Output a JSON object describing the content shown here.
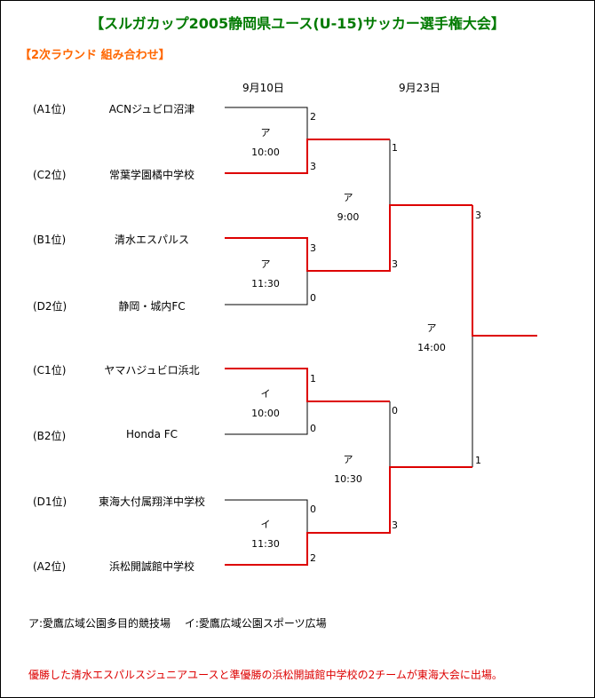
{
  "title": "【スルガカップ2005静岡県ユース(U-15)サッカー選手権大会】",
  "subtitle": "【2次ラウンド 組み合わせ】",
  "dates": [
    "9月10日",
    "9月23日"
  ],
  "teams": [
    {
      "seed": "(A1位)",
      "name": "ACNジュビロ沼津"
    },
    {
      "seed": "(C2位)",
      "name": "常葉学園橘中学校"
    },
    {
      "seed": "(B1位)",
      "name": "清水エスパルス"
    },
    {
      "seed": "(D2位)",
      "name": "静岡・城内FC"
    },
    {
      "seed": "(C1位)",
      "name": "ヤマハジュビロ浜北"
    },
    {
      "seed": "(B2位)",
      "name": "Honda FC"
    },
    {
      "seed": "(D1位)",
      "name": "東海大付属翔洋中学校"
    },
    {
      "seed": "(A2位)",
      "name": "浜松開誠館中学校"
    }
  ],
  "round1": [
    {
      "venue": "ア",
      "time": "10:00",
      "scores": [
        "2",
        "3"
      ]
    },
    {
      "venue": "ア",
      "time": "11:30",
      "scores": [
        "3",
        "0"
      ]
    },
    {
      "venue": "イ",
      "time": "10:00",
      "scores": [
        "1",
        "0"
      ]
    },
    {
      "venue": "イ",
      "time": "11:30",
      "scores": [
        "0",
        "2"
      ]
    }
  ],
  "round2": [
    {
      "venue": "ア",
      "time": "9:00",
      "scores": [
        "1",
        "3"
      ]
    },
    {
      "venue": "ア",
      "time": "10:30",
      "scores": [
        "0",
        "3"
      ]
    }
  ],
  "final": {
    "venue": "ア",
    "time": "14:00",
    "scores": [
      "3",
      "1"
    ]
  },
  "legend": "ア:愛鷹広域公園多目的競技場　 イ:愛鷹広域公園スポーツ広場",
  "note": "優勝した清水エスパルスジュニアユースと準優勝の浜松開誠館中学校の2チームが東海大会に出場。",
  "colors": {
    "title": "#007a00",
    "subtitle": "#ff6600",
    "winner_line": "#dd0000",
    "note": "#dd0000"
  }
}
